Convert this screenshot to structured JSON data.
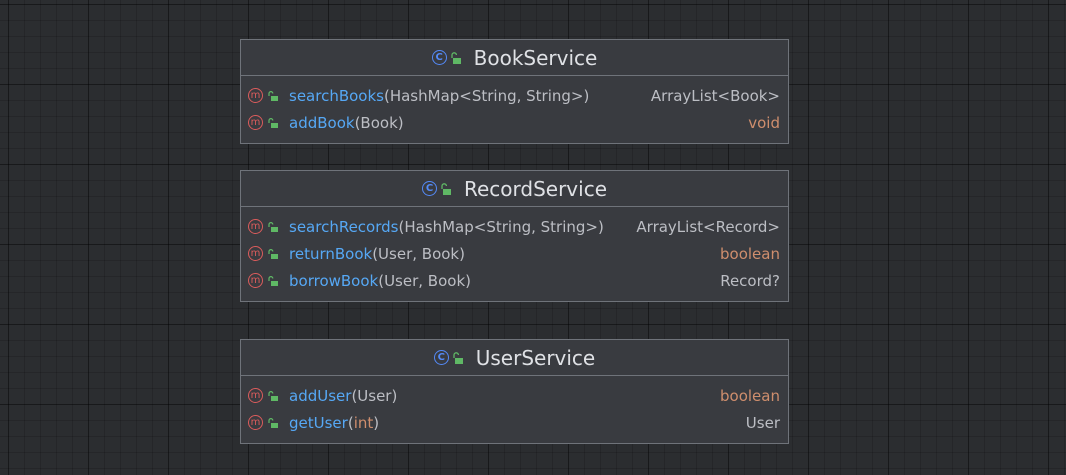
{
  "classes": [
    {
      "name": "BookService",
      "methods": [
        {
          "name": "searchBooks",
          "params": "(HashMap<String, String>)",
          "returns": "ArrayList<Book>"
        },
        {
          "name": "addBook",
          "params": " (Book)",
          "returns": "void"
        }
      ]
    },
    {
      "name": "RecordService",
      "methods": [
        {
          "name": "searchRecords",
          "params": "(HashMap<String, String>)",
          "returns": "ArrayList<Record>"
        },
        {
          "name": "returnBook",
          "params": "(User, Book)",
          "returns": "boolean"
        },
        {
          "name": "borrowBook",
          "params": "(User, Book)",
          "returns": "Record?"
        }
      ]
    },
    {
      "name": "UserService",
      "methods": [
        {
          "name": "addUser",
          "params": " (User)",
          "returns": "boolean"
        },
        {
          "name": "getUser",
          "params_open": "(",
          "params_kw": "int",
          "params_close": ")",
          "returns": "User"
        }
      ]
    }
  ],
  "icons": {
    "class_icon": "class-c-icon",
    "method_icon": "method-m-icon",
    "public_icon": "unlocked-icon",
    "class_letter": "C",
    "method_letter": "m"
  },
  "colors": {
    "background": "#2b2d30",
    "box": "#393b40",
    "border": "#6f737a",
    "method_name": "#56a8f5",
    "keyword": "#cf8e6d",
    "class_icon": "#548af7",
    "method_icon": "#db5c5c",
    "lock_icon": "#5fb865"
  }
}
